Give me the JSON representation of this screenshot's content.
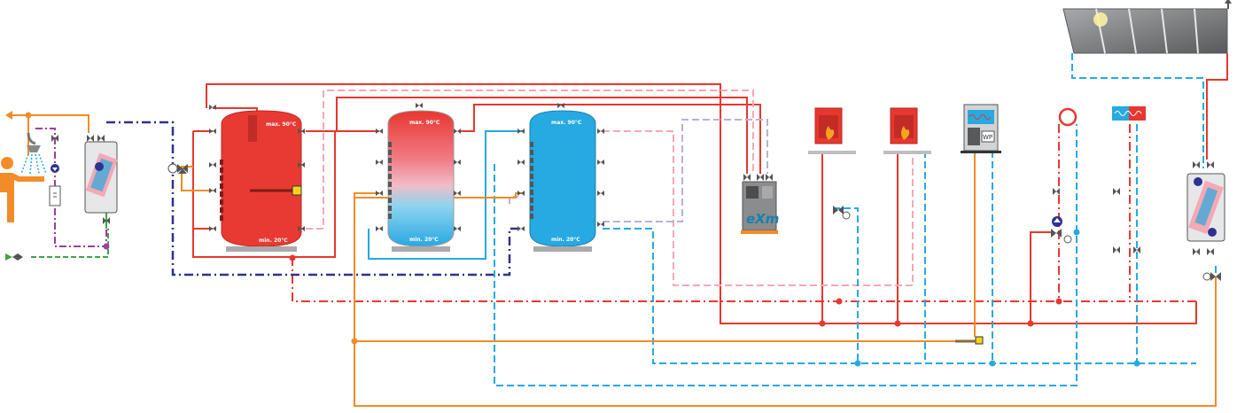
{
  "tanks": {
    "t1": {
      "max": "max. 90°C",
      "min": "min. 20°C"
    },
    "t2": {
      "max": "max. 90°C",
      "min": "min. 20°C"
    },
    "t3": {
      "max": "max. 90°C",
      "min": "min. 20°C"
    }
  },
  "heat_source_labels": {
    "boiler_brand": "eXm",
    "heat_pump": "WP"
  },
  "colors": {
    "hot": "#e8372f",
    "hot_light": "#f4a9b4",
    "cold": "#27a9e1",
    "cold_light": "#b3b3d9",
    "navy": "#2e3192",
    "orange": "#f28c28",
    "purple": "#9b3fa0",
    "green": "#3aa64a",
    "tank_red": "#e83a33",
    "tank_blue": "#27a9e1",
    "valve": "#555555",
    "solar_panel": "#6d6f71"
  },
  "icons": [
    "shower-icon",
    "person-icon",
    "fire-icon",
    "pump-icon",
    "three-way-valve-icon",
    "sensor-icon",
    "heat-exchanger-icon",
    "solar-collector-icon",
    "boiler-icon",
    "heat-pump-icon",
    "electric-heater-icon"
  ]
}
